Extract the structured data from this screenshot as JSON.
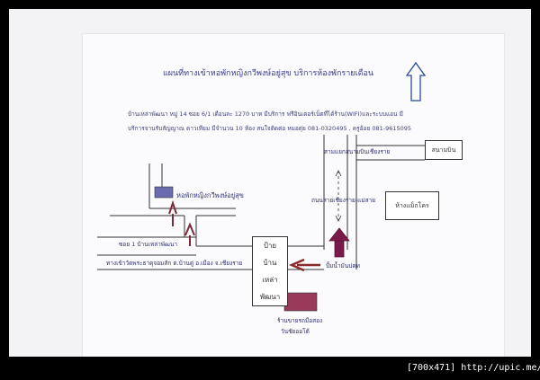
{
  "map": {
    "title": "แผนที่ทางเข้าหอพักหญิงกวีพงษ์อยู่สุข บริการห้องพักรายเดือน",
    "address_line": "บ้านเหล่าพัฒนา หมู่ 14 ซอย 6/1 เดือนละ 1270 บาท มีบริการ ฟรีอินเตอร์เน็ตที่ได้ร้าน(WIFI)และระบบแอน มี",
    "contact_line": "บริการจานรับสัญญาณ ดาวเทียม มีจำนวน 10 ห้อง สนใจติดต่อ หมอตุ่ย 081-0320495 , ครูอ้อย 081-9615095",
    "airport_road": "สามแยกสนามบินเชียงราย",
    "airport": "สนามบิน",
    "highway": "ถนนสายเชียงราย-แม่สาย",
    "makro": "ห้างแม็กโคร",
    "dorm": "หอพักหญิงกวีพงษ์อยู่สุข",
    "soi": "ซอย 1 บ้านเหล่าพัฒนา",
    "temple_road": "ทางเข้าวัดพระธาตุจอมสัก ต.บ้านดู่ อ.เมือง จ.เชียงราย",
    "gas_station": "ปั้มน้ำมันปตท",
    "sign_lines": [
      "ป้าย",
      "บ้าน",
      "เหล่า",
      "พัฒนา"
    ],
    "shop": "ร้านขายรถมือสอง",
    "shop2": "วันชัยออโต้"
  },
  "credit": "[700x471] http://upic.me/"
}
